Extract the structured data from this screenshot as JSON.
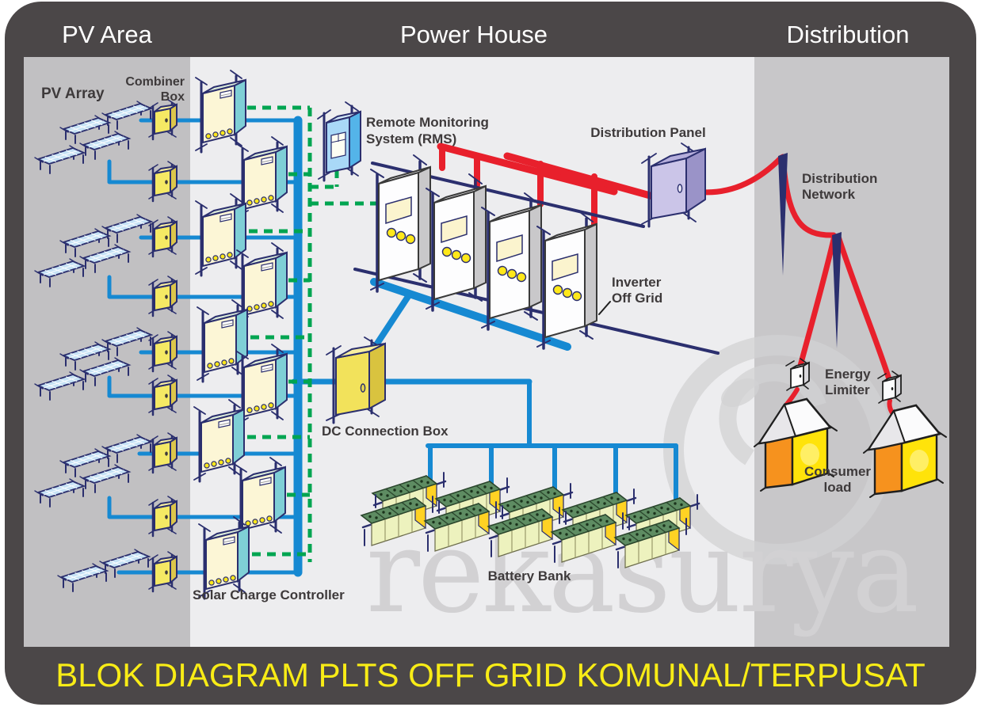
{
  "header": {
    "zones": [
      {
        "label": "PV Area"
      },
      {
        "label": "Power House"
      },
      {
        "label": "Distribution"
      }
    ]
  },
  "footer": {
    "title": "BLOK DIAGRAM PLTS OFF GRID KOMUNAL/TERPUSAT"
  },
  "watermark": {
    "text": "rekasurya"
  },
  "components": {
    "pv_array": {
      "label": "PV Array"
    },
    "combiner_box": {
      "label_line1": "Combiner",
      "label_line2": "Box"
    },
    "solar_charge_controller": {
      "label": "Solar Charge Controller"
    },
    "rms": {
      "label_line1": "Remote Monitoring",
      "label_line2": "System (RMS)"
    },
    "inverter": {
      "label_line1": "Inverter",
      "label_line2": "Off Grid"
    },
    "dc_connection_box": {
      "label": "DC Connection Box"
    },
    "battery_bank": {
      "label": "Battery Bank"
    },
    "distribution_panel": {
      "label": "Distribution Panel"
    },
    "distribution_network": {
      "label_line1": "Distribution",
      "label_line2": "Network"
    },
    "energy_limiter": {
      "label_line1": "Energy",
      "label_line2": "Limiter"
    },
    "consumer_load": {
      "label_line1": "Consumer",
      "label_line2": "load"
    }
  },
  "counts": {
    "pv_array_groups": 5,
    "combiner_boxes": 9,
    "solar_charge_controllers": 9,
    "inverters": 4,
    "battery_bank_groups": 5,
    "energy_limiters": 2,
    "consumer_houses": 2,
    "utility_poles": 2
  },
  "colors": {
    "frame": "#4B4748",
    "zone_pv": "#C1C0C2",
    "zone_powerhouse": "#EDEDEF",
    "zone_distribution": "#C8C7C9",
    "title_text": "#F8EC16",
    "zone_label": "#FFFFFF",
    "component_label": "#3E3A3B",
    "dc_line": "#1689D2",
    "monitoring_line": "#00A551",
    "ac_line": "#E8202C",
    "sketch_outline": "#2B2F6E",
    "watermark": "#D2D1D3"
  }
}
